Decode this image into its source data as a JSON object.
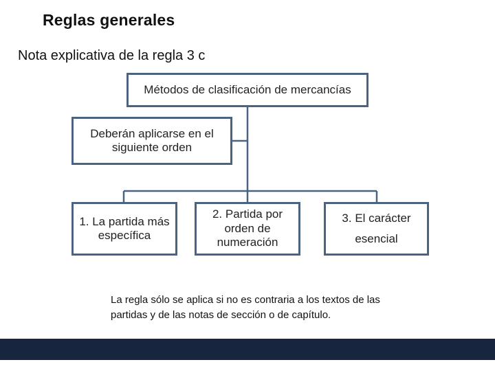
{
  "title": "Reglas generales",
  "subtitle": "Nota explicativa de la regla 3 c",
  "diagram": {
    "root": "Métodos de clasificación de mercancías",
    "order_node": "Deberán aplicarse en el siguiente orden",
    "children": [
      "1. La partida más específica",
      "2. Partida por orden de numeración",
      "3. El carácter esencial"
    ],
    "border_color": "#4a6383"
  },
  "note": "La regla sólo se aplica si no es contraria a los textos de las partidas y de las notas de sección o de capítulo.",
  "colors": {
    "footer_bar": "#18253e"
  }
}
